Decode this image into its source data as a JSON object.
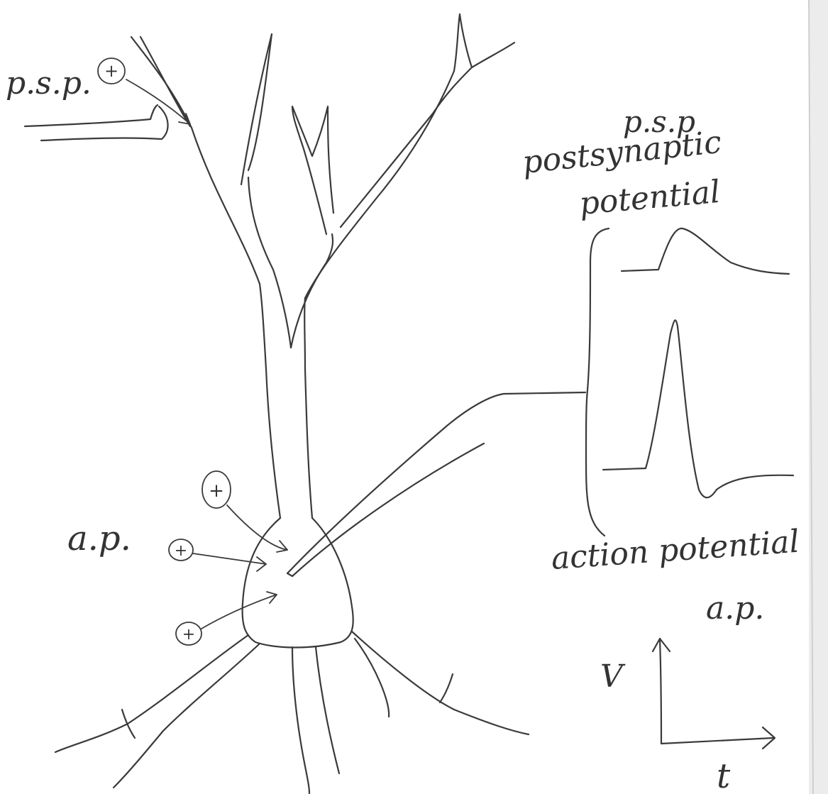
{
  "labels": {
    "psp_pointer": "p.s.p.",
    "plus": "+",
    "psp_caption": {
      "abbr": "p.s.p",
      "line1": "postsynaptic",
      "line2": "potential"
    },
    "ap_left": "a.p.",
    "ap_caption": {
      "line1": "action potential",
      "abbr": "a.p."
    },
    "axis_v": "V",
    "axis_t": "t"
  },
  "colors": {
    "ink": "#3a3a3a",
    "paper": "#ffffff",
    "edge_shadow": "#d9d9d9"
  }
}
